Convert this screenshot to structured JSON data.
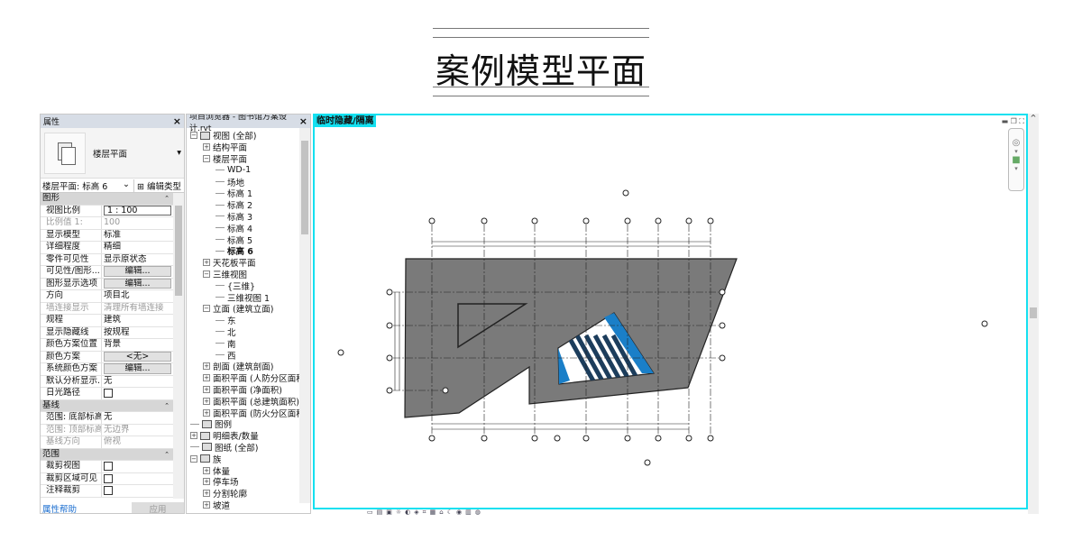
{
  "page_title": "案例模型平面",
  "properties": {
    "title": "属性",
    "type_label": "楼层平面",
    "instance_selector": "楼层平面: 标高 6",
    "edit_type": "编辑类型",
    "groups": [
      {
        "name": "图形",
        "rows": [
          {
            "k": "视图比例",
            "v": "1 : 100",
            "kind": "input"
          },
          {
            "k": "比例值 1:",
            "v": "100",
            "kind": "disabled"
          },
          {
            "k": "显示模型",
            "v": "标准"
          },
          {
            "k": "详细程度",
            "v": "精细"
          },
          {
            "k": "零件可见性",
            "v": "显示原状态"
          },
          {
            "k": "可见性/图形...",
            "v": "编辑...",
            "kind": "button"
          },
          {
            "k": "图形显示选项",
            "v": "编辑...",
            "kind": "button"
          },
          {
            "k": "方向",
            "v": "项目北"
          },
          {
            "k": "墙连接显示",
            "v": "清理所有墙连接",
            "kind": "disabled"
          },
          {
            "k": "规程",
            "v": "建筑"
          },
          {
            "k": "显示隐藏线",
            "v": "按规程"
          },
          {
            "k": "颜色方案位置",
            "v": "背景"
          },
          {
            "k": "颜色方案",
            "v": "<无>",
            "kind": "button"
          },
          {
            "k": "系统颜色方案",
            "v": "编辑...",
            "kind": "button"
          },
          {
            "k": "默认分析显示...",
            "v": "无"
          },
          {
            "k": "日光路径",
            "v": "",
            "kind": "check"
          }
        ]
      },
      {
        "name": "基线",
        "rows": [
          {
            "k": "范围: 底部标高",
            "v": "无"
          },
          {
            "k": "范围: 顶部标高",
            "v": "无边界",
            "kind": "disabled"
          },
          {
            "k": "基线方向",
            "v": "俯视",
            "kind": "disabled"
          }
        ]
      },
      {
        "name": "范围",
        "rows": [
          {
            "k": "裁剪视图",
            "v": "",
            "kind": "check"
          },
          {
            "k": "裁剪区域可见",
            "v": "",
            "kind": "check"
          },
          {
            "k": "注释裁剪",
            "v": "",
            "kind": "check"
          }
        ]
      }
    ],
    "help_link": "属性帮助",
    "apply": "应用"
  },
  "browser": {
    "title": "项目浏览器 - 图书馆方案设计.rvt",
    "items": [
      {
        "t": "视图 (全部)",
        "lvl": 0,
        "pm": "−",
        "icon": "views"
      },
      {
        "t": "结构平面",
        "lvl": 1,
        "pm": "+"
      },
      {
        "t": "楼层平面",
        "lvl": 1,
        "pm": "−"
      },
      {
        "t": "WD-1",
        "lvl": 2
      },
      {
        "t": "场地",
        "lvl": 2
      },
      {
        "t": "标高 1",
        "lvl": 2
      },
      {
        "t": "标高 2",
        "lvl": 2
      },
      {
        "t": "标高 3",
        "lvl": 2
      },
      {
        "t": "标高 4",
        "lvl": 2
      },
      {
        "t": "标高 5",
        "lvl": 2
      },
      {
        "t": "标高 6",
        "lvl": 2,
        "bold": true
      },
      {
        "t": "天花板平面",
        "lvl": 1,
        "pm": "+"
      },
      {
        "t": "三维视图",
        "lvl": 1,
        "pm": "−"
      },
      {
        "t": "{三维}",
        "lvl": 2
      },
      {
        "t": "三维视图 1",
        "lvl": 2
      },
      {
        "t": "立面 (建筑立面)",
        "lvl": 1,
        "pm": "−"
      },
      {
        "t": "东",
        "lvl": 2
      },
      {
        "t": "北",
        "lvl": 2
      },
      {
        "t": "南",
        "lvl": 2
      },
      {
        "t": "西",
        "lvl": 2
      },
      {
        "t": "剖面 (建筑剖面)",
        "lvl": 1,
        "pm": "+"
      },
      {
        "t": "面积平面 (人防分区面积",
        "lvl": 1,
        "pm": "+"
      },
      {
        "t": "面积平面 (净面积)",
        "lvl": 1,
        "pm": "+"
      },
      {
        "t": "面积平面 (总建筑面积)",
        "lvl": 1,
        "pm": "+"
      },
      {
        "t": "面积平面 (防火分区面积",
        "lvl": 1,
        "pm": "+"
      },
      {
        "t": "图例",
        "lvl": 0,
        "icon": "legend"
      },
      {
        "t": "明细表/数量",
        "lvl": 0,
        "pm": "+",
        "icon": "schedule"
      },
      {
        "t": "图纸 (全部)",
        "lvl": 0,
        "icon": "sheet"
      },
      {
        "t": "族",
        "lvl": 0,
        "pm": "−",
        "icon": "family"
      },
      {
        "t": "体量",
        "lvl": 1,
        "pm": "+"
      },
      {
        "t": "停车场",
        "lvl": 1,
        "pm": "+"
      },
      {
        "t": "分割轮廓",
        "lvl": 1,
        "pm": "+"
      },
      {
        "t": "坡道",
        "lvl": 1,
        "pm": "+"
      }
    ]
  },
  "viewport": {
    "title": "临时隐藏/隔离",
    "border_color": "#14e0f0",
    "toolbar_icons": [
      "scale",
      "detail-level",
      "visual-style",
      "sun-path",
      "shadows",
      "render",
      "crop",
      "crop-visible",
      "lock-3d",
      "temp-hide",
      "reveal-hidden",
      "analysis",
      "highlight"
    ]
  },
  "colors": {
    "slab": "#7a7a7a",
    "atrium_blue": "#1a7fc8",
    "beam_dark": "#1c3d5c"
  }
}
